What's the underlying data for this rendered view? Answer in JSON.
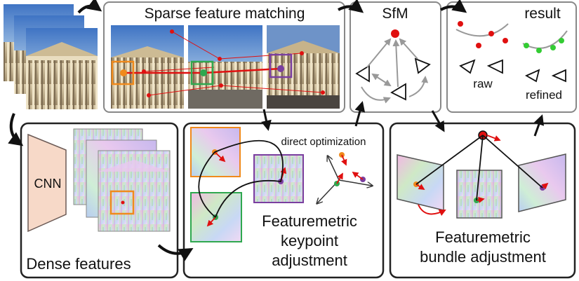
{
  "sections": {
    "sparse_matching": {
      "title": "Sparse feature matching"
    },
    "sfm": {
      "title": "SfM"
    },
    "result": {
      "title": "result",
      "raw_label": "raw",
      "refined_label": "refined"
    },
    "dense_features": {
      "title": "Dense features",
      "cnn_label": "CNN"
    },
    "keypoint_adjustment": {
      "direct_optimization_label": "direct optimization",
      "title_line1": "Featuremetric",
      "title_line2": "keypoint",
      "title_line3": "adjustment"
    },
    "bundle_adjustment": {
      "title_line1": "Featuremetric",
      "title_line2": "bundle adjustment"
    }
  },
  "colors": {
    "point": "#e01010",
    "refined_point": "#33cc33",
    "orange": "#f08a1c",
    "green": "#2fa84f",
    "purple": "#7a3fa0",
    "cnn_fill": "#f7d9c8",
    "arrow": "#111111",
    "gray_arrow": "#999999",
    "box_stroke": "#222222",
    "panel_stroke": "#888888"
  }
}
